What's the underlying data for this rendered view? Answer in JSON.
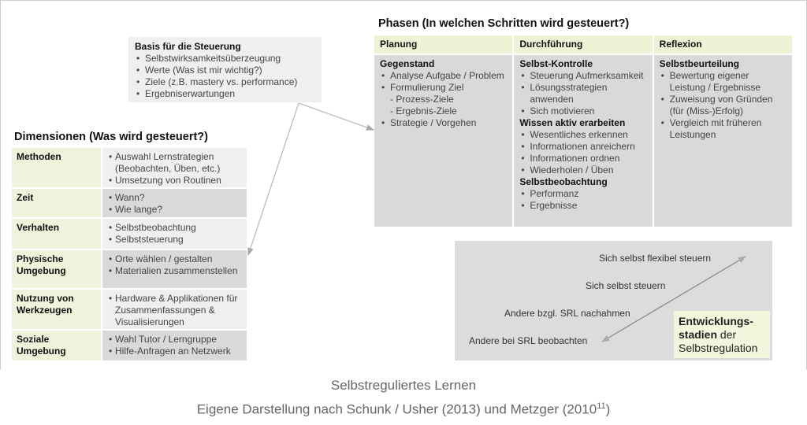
{
  "basis": {
    "title": "Basis für die Steuerung",
    "items": [
      "Selbstwirksamkeitsüberzeugung",
      "Werte (Was ist mir wichtig?)",
      "Ziele (z.B. mastery vs. performance)",
      "Ergebniserwartungen"
    ]
  },
  "dimensions": {
    "title": "Dimensionen (Was wird gesteuert?)",
    "rows": [
      {
        "label": "Methoden",
        "items": [
          "Auswahl Lernstrategien (Beobachten, Üben, etc.)",
          "Umsetzung von Routinen"
        ]
      },
      {
        "label": "Zeit",
        "items": [
          "Wann?",
          "Wie lange?"
        ]
      },
      {
        "label": "Verhalten",
        "items": [
          "Selbstbeobachtung",
          "Selbststeuerung"
        ]
      },
      {
        "label": "Physische Umgebung",
        "items": [
          "Orte wählen / gestalten",
          "Materialien zusammenstellen"
        ]
      },
      {
        "label": "Nutzung von Werkzeugen",
        "items": [
          "Hardware & Applikationen für Zusammenfassungen & Visualisierungen"
        ]
      },
      {
        "label": "Soziale Umgebung",
        "items": [
          "Wahl Tutor / Lerngruppe",
          "Hilfe-Anfragen an Netzwerk"
        ]
      }
    ]
  },
  "phases": {
    "title": "Phasen (In welchen Schritten wird gesteuert?)",
    "headers": [
      "Planung",
      "Durchführung",
      "Reflexion"
    ],
    "planung": {
      "heading": "Gegenstand",
      "items": [
        "Analyse Aufgabe / Problem",
        "Formulierung Ziel",
        "Strategie / Vorgehen"
      ],
      "subs": [
        "- Prozess-Ziele",
        "- Ergebnis-Ziele"
      ]
    },
    "durchfuehrung": [
      {
        "heading": "Selbst-Kontrolle",
        "items": [
          "Steuerung Aufmerksamkeit",
          "Lösungsstrategien anwenden",
          "Sich motivieren"
        ]
      },
      {
        "heading": "Wissen aktiv erarbeiten",
        "items": [
          "Wesentliches erkennen",
          "Informationen anreichern",
          "Informationen ordnen",
          "Wiederholen / Üben"
        ]
      },
      {
        "heading": "Selbstbeobachtung",
        "items": [
          "Performanz",
          "Ergebnisse"
        ]
      }
    ],
    "reflexion": {
      "heading": "Selbstbeurteilung",
      "items": [
        "Bewertung eigener Leistung / Ergebnisse",
        "Zuweisung von Gründen (für (Miss-)Erfolg)",
        "Vergleich mit früheren Leistungen"
      ]
    }
  },
  "stages": {
    "items": [
      "Sich selbst flexibel steuern",
      "Sich selbst steuern",
      "Andere bzgl. SRL nachahmen",
      "Andere bei SRL beobachten"
    ],
    "label_bold": "Entwicklungs-stadien",
    "label_rest": " der Selbstregulation"
  },
  "caption": {
    "line1": "Selbstreguliertes Lernen",
    "line2": "Eigene Darstellung nach Schunk / Usher (2013) und Metzger (2010",
    "sup": "11",
    "line2_end": ")"
  }
}
